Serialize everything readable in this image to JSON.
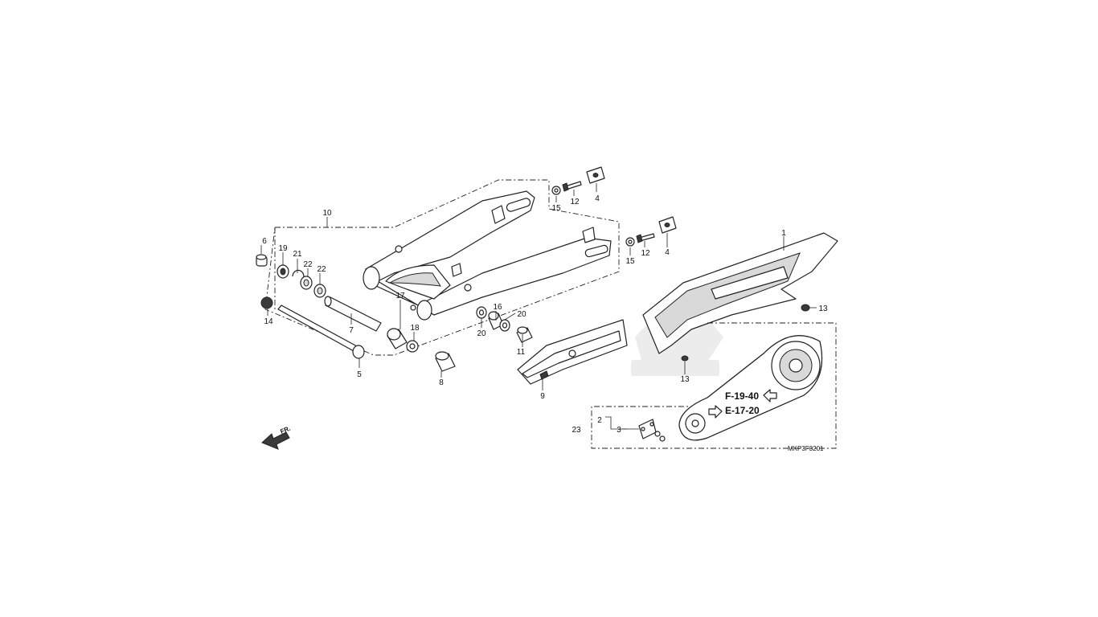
{
  "diagram": {
    "callouts": {
      "p1": "1",
      "p2": "2",
      "p3": "3",
      "p4a": "4",
      "p4b": "4",
      "p5": "5",
      "p6": "6",
      "p7": "7",
      "p8": "8",
      "p9": "9",
      "p10": "10",
      "p11": "11",
      "p12a": "12",
      "p12b": "12",
      "p13a": "13",
      "p13b": "13",
      "p14": "14",
      "p15a": "15",
      "p15b": "15",
      "p16": "16",
      "p17": "17",
      "p18": "18",
      "p19": "19",
      "p20a": "20",
      "p20b": "20",
      "p21": "21",
      "p22a": "22",
      "p22b": "22",
      "p23": "23"
    },
    "refs": {
      "ref1": "F-19-40",
      "ref2": "E-17-20"
    },
    "figure_code": "MKP3F3201",
    "front_label": "FR.",
    "icons": [
      "front-direction-arrow",
      "reference-arrow-left",
      "reference-arrow-right"
    ]
  }
}
